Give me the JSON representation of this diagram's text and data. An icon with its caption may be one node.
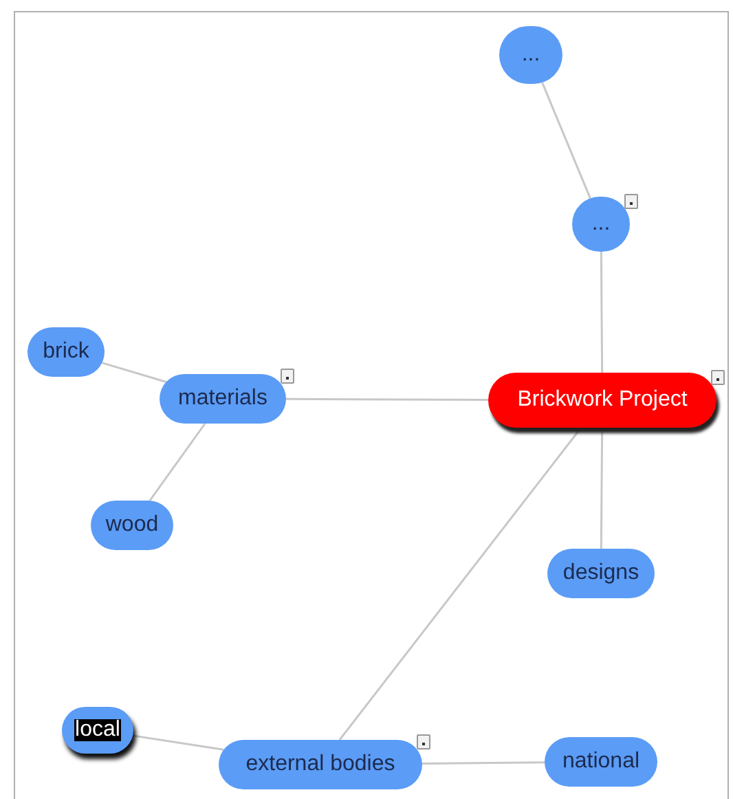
{
  "diagram": {
    "nodes": [
      {
        "text": [
          "..."
        ]
      },
      {
        "text": [
          "..."
        ]
      },
      {
        "text": [
          "brick"
        ]
      },
      {
        "text": [
          "materials"
        ]
      },
      {
        "text": [
          "Brickwork Project"
        ]
      },
      {
        "text": [
          "wood"
        ]
      },
      {
        "text": [
          "designs"
        ]
      },
      {
        "text": [
          "local"
        ]
      },
      {
        "text": [
          "external bodies"
        ]
      },
      {
        "text": [
          "national"
        ]
      }
    ],
    "edges": [
      {
        "from": 0,
        "to": 1,
        "arrow": "none"
      },
      {
        "from": 1,
        "to": 4,
        "arrow": "none"
      },
      {
        "from": 2,
        "to": 3,
        "arrow": "none"
      },
      {
        "from": 3,
        "to": 5,
        "arrow": "none"
      },
      {
        "from": 3,
        "to": 4,
        "arrow": "none"
      },
      {
        "from": 4,
        "to": 6,
        "arrow": "none"
      },
      {
        "from": 4,
        "to": 8,
        "arrow": "none"
      },
      {
        "from": 7,
        "to": 8,
        "arrow": "none"
      },
      {
        "from": 8,
        "to": 9,
        "arrow": "none"
      }
    ]
  }
}
